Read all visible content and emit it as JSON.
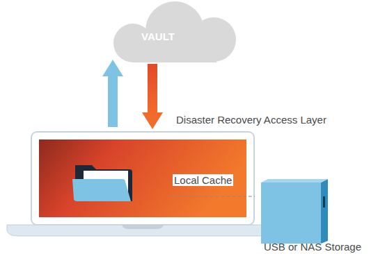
{
  "diagram": {
    "nodes": [
      {
        "text": [
          "VAULT"
        ]
      },
      {
        "text": [
          "USB or NAS Storage"
        ]
      }
    ],
    "labels": [
      "Disaster Recovery Access Layer",
      "Local Cache"
    ]
  }
}
